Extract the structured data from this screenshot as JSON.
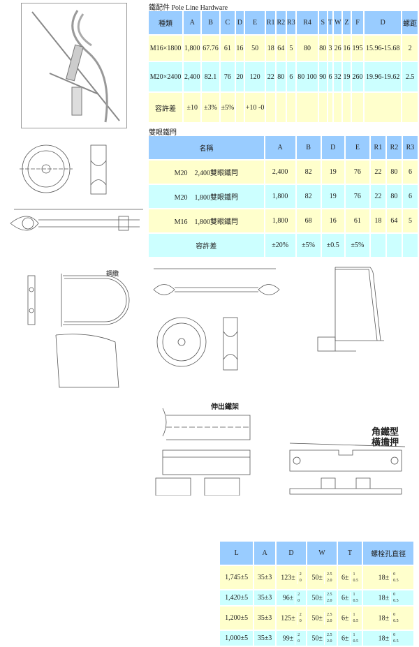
{
  "hardware": {
    "caption": "鐵配件 Pole Line Hardware",
    "headers": [
      "種類",
      "A",
      "B",
      "C",
      "D",
      "E",
      "R1",
      "R2",
      "R3",
      "R4",
      "S",
      "T",
      "W",
      "Z",
      "F",
      "D",
      "螺距"
    ],
    "rows": [
      [
        "M16×1800",
        "1,800",
        "67.76",
        "61",
        "16",
        "50",
        "18",
        "64",
        "5",
        "80",
        "80",
        "3",
        "26",
        "16",
        "195",
        "15.96-15.68",
        "2"
      ],
      [
        "M20×2400",
        "2,400",
        "82.1",
        "76",
        "20",
        "120",
        "22",
        "80",
        "6",
        "80 100",
        "90",
        "6",
        "32",
        "19",
        "260",
        "19.96-19.62",
        "2.5"
      ],
      [
        "容許差",
        "±10",
        "±3%",
        "±5%",
        "",
        "+10 -0",
        "",
        "",
        "",
        "",
        "",
        "",
        "",
        "",
        "",
        "",
        ""
      ]
    ]
  },
  "double_eye": {
    "caption": "雙眼鐵閂",
    "headers": [
      "名稱",
      "A",
      "B",
      "D",
      "E",
      "R1",
      "R2",
      "R3"
    ],
    "rows": [
      [
        "M20　2,400雙眼鐵閂",
        "2,400",
        "82",
        "19",
        "76",
        "22",
        "80",
        "6"
      ],
      [
        "M20　1,800雙眼鐵閂",
        "1,800",
        "82",
        "19",
        "76",
        "22",
        "80",
        "6"
      ],
      [
        "M16　1,800雙眼鐵閂",
        "1,800",
        "68",
        "16",
        "61",
        "18",
        "64",
        "5"
      ],
      [
        "容許差",
        "±20%",
        "±5%",
        "±0.5",
        "±5%",
        "",
        "",
        ""
      ]
    ]
  },
  "labels": {
    "cable": "鋼纜",
    "bracket": "伸出鐵架",
    "angle1": "角鐵型",
    "angle2": "橫擔押"
  },
  "crossarm": {
    "headers": [
      "L",
      "A",
      "D",
      "W",
      "T",
      "螺栓孔直徑"
    ],
    "rows": [
      [
        "1,745±5",
        "35±3",
        "123±",
        "2",
        "0",
        "50±",
        "2.5",
        "2.0",
        "6±",
        "1",
        "0.5",
        "18±",
        "0",
        "0.5"
      ],
      [
        "1,420±5",
        "35±3",
        "96±",
        "2",
        "0",
        "50±",
        "2.5",
        "2.0",
        "6±",
        "1",
        "0.5",
        "18±",
        "0",
        "0.5"
      ],
      [
        "1,200±5",
        "35±3",
        "125±",
        "2",
        "0",
        "50±",
        "2.5",
        "2.0",
        "6±",
        "1",
        "0.5",
        "18±",
        "0",
        "0.5"
      ],
      [
        "1,000±5",
        "35±3",
        "99±",
        "2",
        "0",
        "50±",
        "2.5",
        "2.0",
        "6±",
        "1",
        "0.5",
        "18±",
        "0",
        "0.5"
      ]
    ]
  }
}
